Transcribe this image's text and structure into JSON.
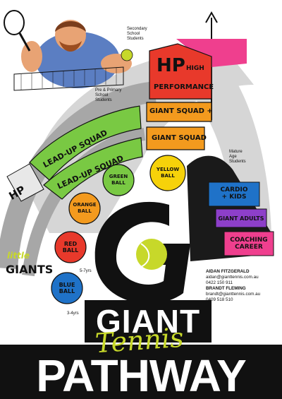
{
  "colors": {
    "red": "#e8392b",
    "orange": "#f39a1e",
    "yellow": "#f6d20a",
    "green": "#79c943",
    "lime": "#c7d82a",
    "cyan": "#27c3d3",
    "blue": "#1f72c8",
    "purple": "#8d3fc9",
    "pink": "#ef3f8e",
    "grey_band": "#a7a7a7",
    "light_grey": "#d6d6d6",
    "black": "#111111"
  },
  "labels": {
    "secondary": "Secondary\nSchool\nStudents",
    "pre_primary": "Pre & Primary\nSchool\nStudents",
    "mature": "Mature\nAge\nStudents",
    "little": "little",
    "giants": "GIANTS",
    "age_high": "5-7yrs",
    "age_low": "3-4yrs"
  },
  "stages": {
    "hp_top": "HP",
    "high": "HIGH",
    "performance": "PERFORMANCE",
    "giant_squad_plus": "GIANT SQUAD +",
    "giant_squad": "GIANT SQUAD",
    "hp_left": "HP",
    "lead_up_1": "LEAD-UP SQUAD",
    "lead_up_2": "LEAD-UP SQUAD"
  },
  "balls": {
    "blue": "BLUE\nBALL",
    "red": "RED\nBALL",
    "orange": "ORANGE\nBALL",
    "green": "GREEN\nBALL",
    "yellow": "YELLOW\nBALL"
  },
  "adult_boxes": {
    "cardio": "CARDIO\n+ KIDS",
    "adults": "GIANT ADULTS",
    "career": "COACHING\nCAREER"
  },
  "contacts": {
    "name1": "AIDAN FITZGERALD",
    "email1": "aidan@gianttennis.com.au",
    "phone1": "0422 150 911",
    "name2": "BRANDT FLEMING",
    "email2": "brandt@gianttennis.com.au",
    "phone2": "0409 518 510"
  },
  "brand": {
    "giant": "GIANT",
    "tennis": "Tennis",
    "pathway": "PATHWAY"
  }
}
